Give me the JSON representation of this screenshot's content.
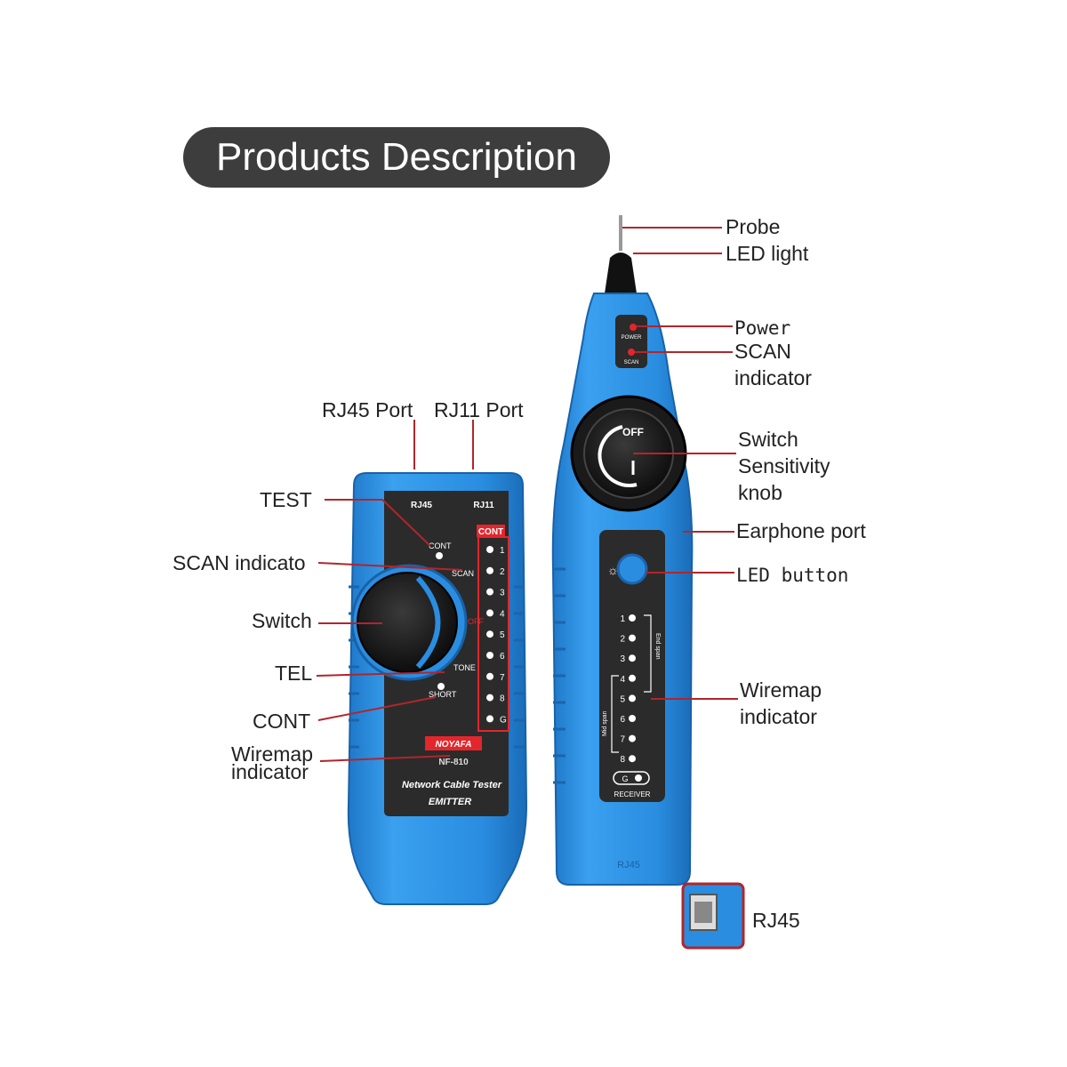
{
  "title": "Products Description",
  "emitter": {
    "port_rj45": "RJ45",
    "port_rj11": "RJ11",
    "cont_badge": "CONT",
    "switch_labels": [
      "CONT",
      "SCAN",
      "OFF",
      "TONE",
      "SHORT"
    ],
    "wiremap": [
      "1",
      "2",
      "3",
      "4",
      "5",
      "6",
      "7",
      "8",
      "G"
    ],
    "brand": "NOYAFA",
    "model": "NF-810",
    "product_name": "Network Cable Tester",
    "unit_name": "EMITTER"
  },
  "receiver": {
    "power_small": "POWER",
    "scan_small": "SCAN",
    "knob_off": "OFF",
    "wiremap": [
      "1",
      "2",
      "3",
      "4",
      "5",
      "6",
      "7",
      "8"
    ],
    "g_label": "G",
    "end_span": "End span",
    "mid_span": "Mid span",
    "unit_name": "RECEIVER",
    "bottom_mark": "RJ45"
  },
  "labels": {
    "rj45_port": "RJ45 Port",
    "rj11_port": "RJ11 Port",
    "test": "TEST",
    "scan_indicator_left": "SCAN indicato",
    "switch_left": "Switch",
    "tel": "TEL",
    "cont": "CONT",
    "wiremap_left_1": "Wiremap",
    "wiremap_left_2": "indicator",
    "probe": "Probe",
    "led_light": "LED light",
    "power": "Power",
    "scan_1": "SCAN",
    "scan_2": "indicator",
    "switch_1": "Switch",
    "switch_2": "Sensitivity",
    "switch_3": "knob",
    "earphone_port": "Earphone port",
    "led_button": "LED button",
    "wiremap_right_1": "Wiremap",
    "wiremap_right_2": "indicator",
    "rj45_inset": "RJ45"
  },
  "colors": {
    "body_blue": "#2a8de0",
    "dark_panel": "#2b2b2b",
    "leader_red": "#b0262b",
    "badge_red": "#e3262b"
  }
}
